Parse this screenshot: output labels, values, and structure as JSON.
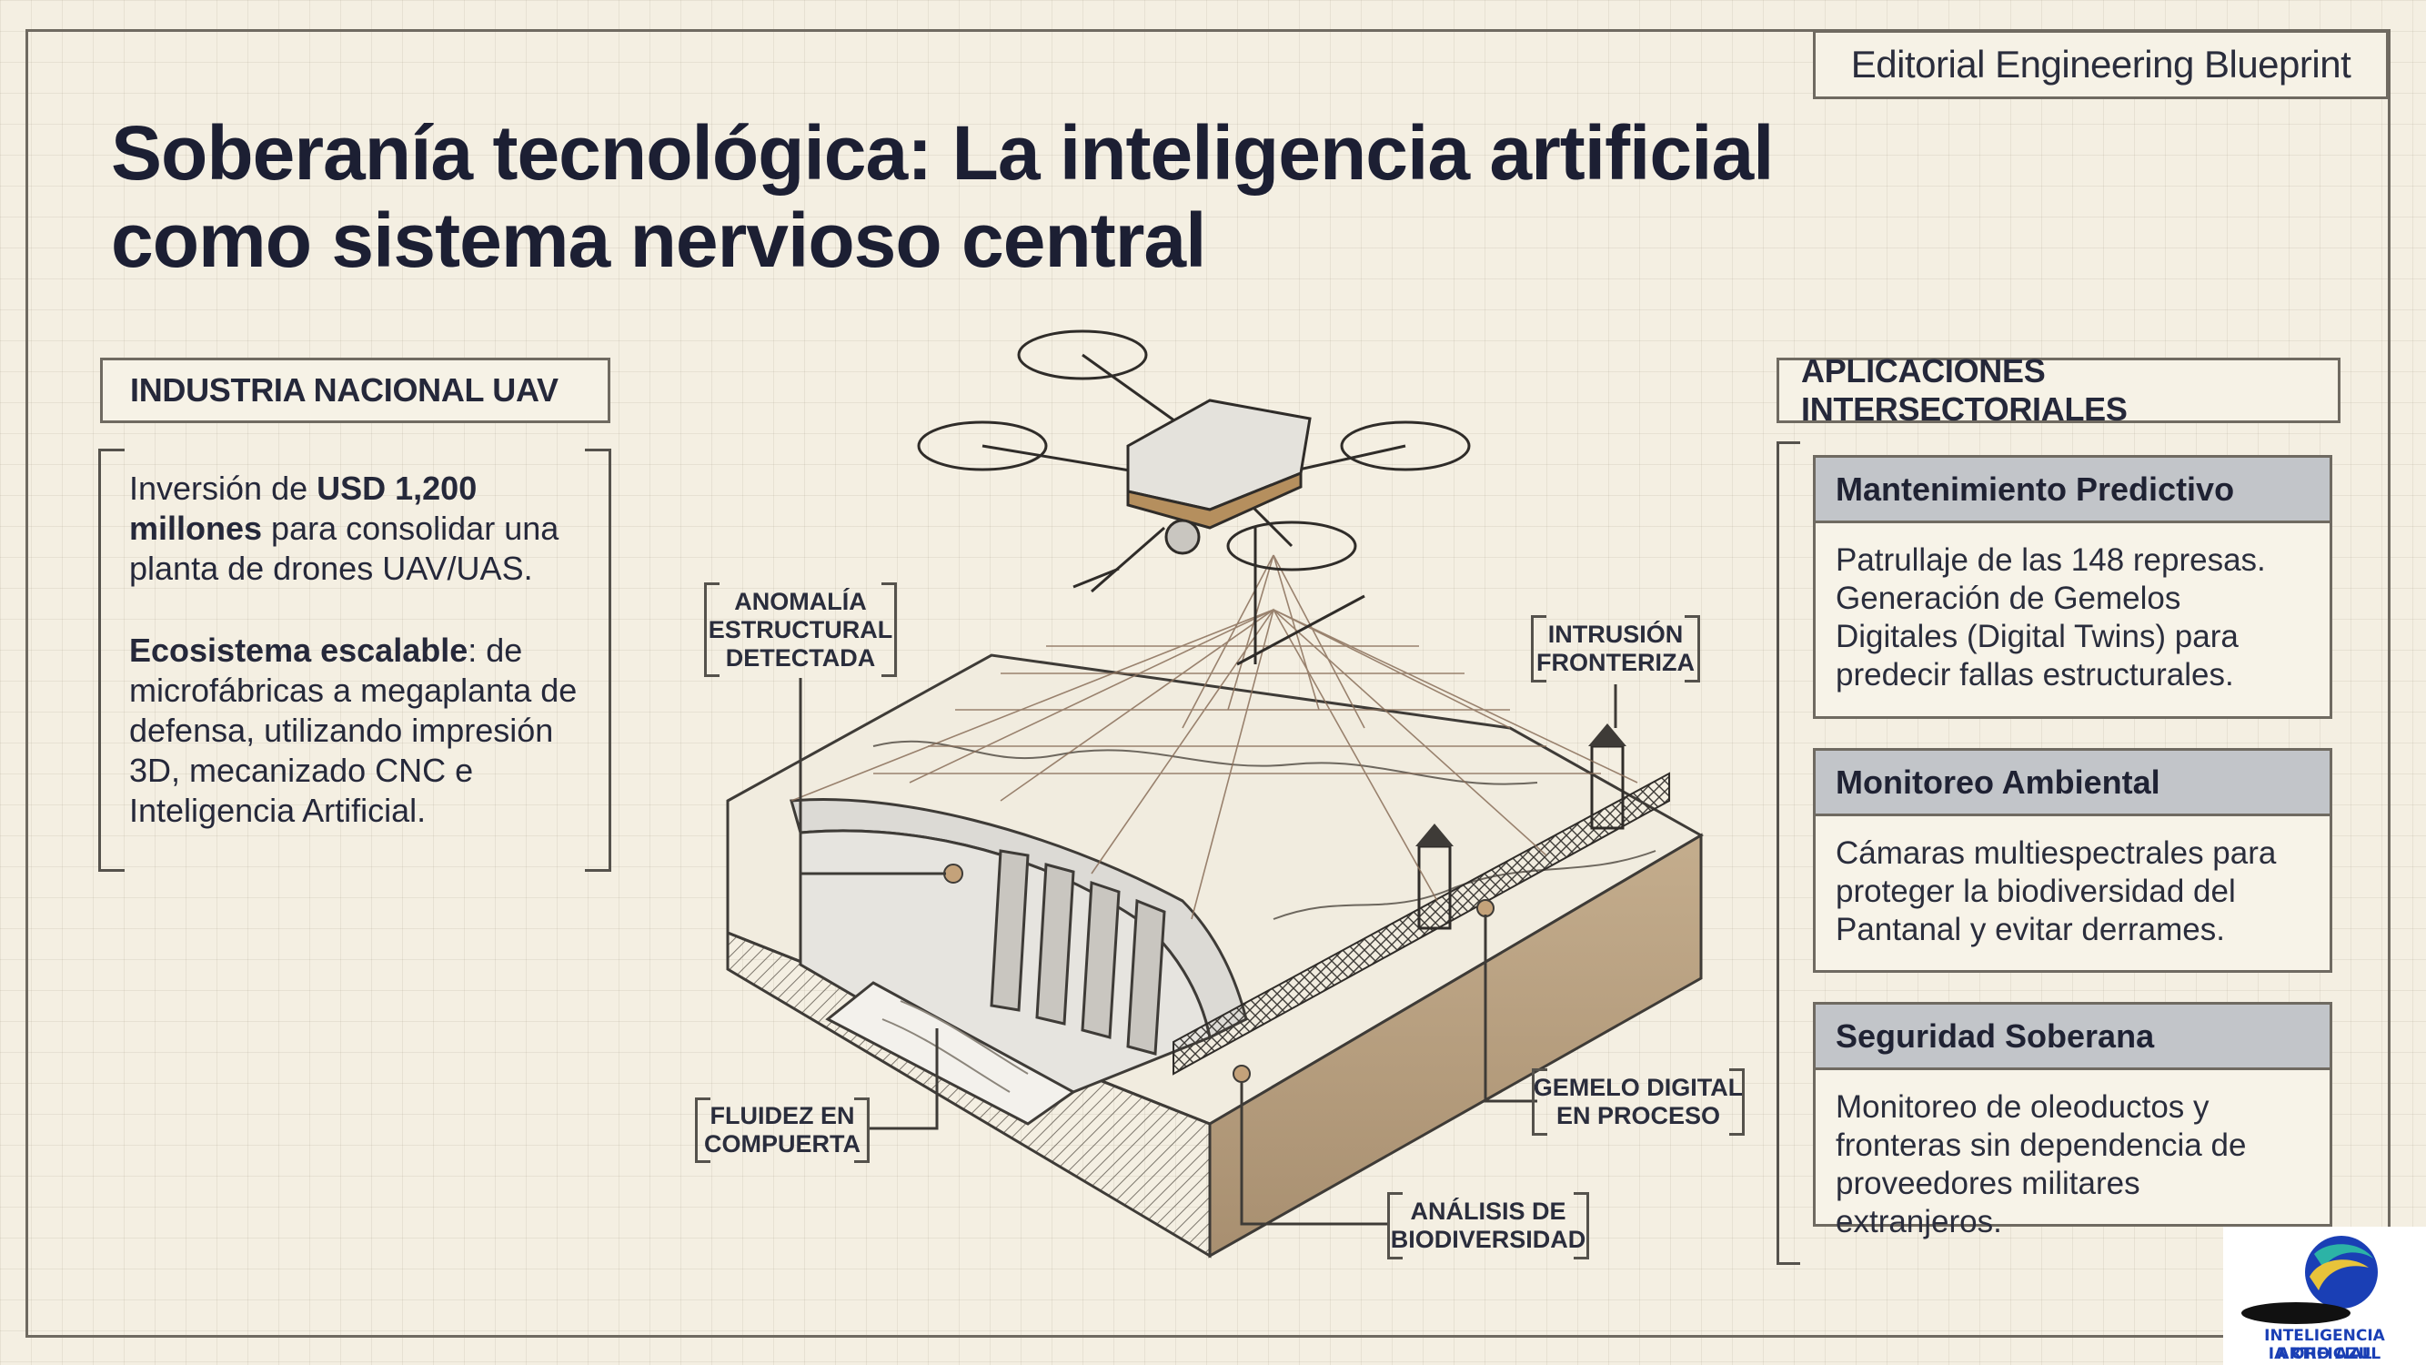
{
  "header": {
    "tag": "Editorial Engineering Blueprint",
    "title_bold": "Soberanía tecnológica",
    "title_rest": ": La inteligencia artificial como sistema nervioso central"
  },
  "left": {
    "heading": "INDUSTRIA NACIONAL UAV",
    "p1_prefix": "Inversión de ",
    "p1_bold": "USD 1,200 millones",
    "p1_suffix": " para consolidar una planta de drones UAV/UAS.",
    "p2_bold": "Ecosistema escalable",
    "p2_suffix": ": de microfábricas a megaplanta de defensa, utilizando impresión 3D, mecanizado CNC e Inteligencia Artificial."
  },
  "right": {
    "heading": "APLICACIONES INTERSECTORIALES",
    "cards": [
      {
        "title": "Mantenimiento Predictivo",
        "body": "Patrullaje de las 148 represas. Generación de Gemelos Digitales (Digital Twins) para predecir fallas estructurales."
      },
      {
        "title": "Monitoreo Ambiental",
        "body": "Cámaras multiespectrales para proteger la biodiversidad del Pantanal y evitar derrames."
      },
      {
        "title": "Seguridad Soberana",
        "body": "Monitoreo de oleoductos y fronteras sin dependencia de proveedores militares extranjeros."
      }
    ]
  },
  "callouts": {
    "anomalia": "ANOMALÍA\nESTRUCTURAL\nDETECTADA",
    "intrusion": "INTRUSIÓN\nFRONTERIZA",
    "fluidez": "FLUIDEZ EN\nCOMPUERTA",
    "gemelo": "GEMELO DIGITAL\nEN PROCESO",
    "analisis": "ANÁLISIS DE\nBIODIVERSIDAD"
  },
  "logo": {
    "line1": "INTELIGENCIA ARTIFICIAL",
    "line2": "IA ORO AZUL"
  },
  "colors": {
    "paper": "#f4efe2",
    "ink": "#1c1f33",
    "card_header": "#c2c5c9",
    "earth": "#b49d7f",
    "scan_net": "#8a6f5a",
    "logo_blue": "#1a3fb5"
  }
}
